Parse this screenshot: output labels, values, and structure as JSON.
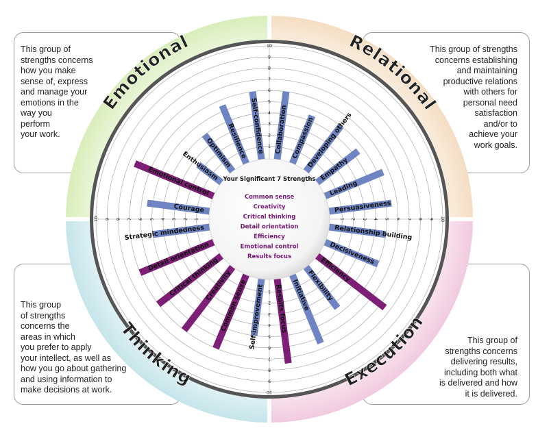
{
  "chart_data": {
    "type": "radial-bar",
    "scale": [
      0,
      10
    ],
    "ticks": [
      "1",
      "2",
      "3",
      "4",
      "5",
      "6",
      "7",
      "8",
      "9",
      "10"
    ],
    "center_title": "Your Significant 7 Strengths",
    "significant_strengths": [
      "Common sense",
      "Creativity",
      "Critical thinking",
      "Detail orientation",
      "Efficiency",
      "Emotional control",
      "Results focus"
    ],
    "colors": {
      "normal": "#6f85c3",
      "significant": "#7d1f76"
    },
    "quadrants": [
      {
        "name": "Emotional",
        "color": "#d7edb7",
        "description": [
          "This group of",
          "strengths concerns",
          "how you make",
          "sense of, express",
          "and manage your",
          "emotions in the",
          "way you",
          "perform",
          "your work."
        ]
      },
      {
        "name": "Relational",
        "color": "#f4dcc0",
        "description": [
          "This group of strengths",
          "concerns establishing",
          "and maintaining",
          "productive relations",
          "with others for",
          "personal need",
          "satisfaction",
          "and/or to",
          "achieve your",
          "work goals."
        ]
      },
      {
        "name": "Thinking",
        "color": "#c3e4ea",
        "description": [
          "This group",
          "of strengths",
          "concerns the",
          "areas in which",
          "you prefer to apply",
          "your intellect, as well as",
          "how you go about gathering",
          "and using information to",
          "make decisions at work."
        ]
      },
      {
        "name": "Execution",
        "color": "#f1c8de",
        "description": [
          "This group of",
          "strengths concerns",
          "delivering results,",
          "including both what",
          "is delivered and how",
          "it is delivered."
        ]
      }
    ],
    "bars": [
      {
        "name": "Collaboration",
        "value": 6.0,
        "significant": false
      },
      {
        "name": "Compassion",
        "value": 4.5,
        "significant": false
      },
      {
        "name": "Developing others",
        "value": 5.0,
        "significant": false
      },
      {
        "name": "Empathy",
        "value": 4.5,
        "significant": false
      },
      {
        "name": "Leading",
        "value": 5.5,
        "significant": false
      },
      {
        "name": "Persuasiveness",
        "value": 5.5,
        "significant": false
      },
      {
        "name": "Relationship building",
        "value": 5.0,
        "significant": false
      },
      {
        "name": "Decisiveness",
        "value": 5.0,
        "significant": false
      },
      {
        "name": "Efficiency",
        "value": 7.5,
        "significant": true
      },
      {
        "name": "Flexibility",
        "value": 4.5,
        "significant": false
      },
      {
        "name": "Initiative",
        "value": 6.5,
        "significant": false
      },
      {
        "name": "Results focus",
        "value": 7.5,
        "significant": true
      },
      {
        "name": "Self-improvement",
        "value": 5.0,
        "significant": false
      },
      {
        "name": "Common sense",
        "value": 7.0,
        "significant": true
      },
      {
        "name": "Creativity",
        "value": 7.0,
        "significant": true
      },
      {
        "name": "Critical thinking",
        "value": 7.0,
        "significant": true
      },
      {
        "name": "Detail orientation",
        "value": 7.0,
        "significant": true
      },
      {
        "name": "Strategic mindedness",
        "value": 5.0,
        "significant": false
      },
      {
        "name": "Courage",
        "value": 5.5,
        "significant": false
      },
      {
        "name": "Emotional control",
        "value": 7.5,
        "significant": true
      },
      {
        "name": "Enthusiasm",
        "value": 2.5,
        "significant": false
      },
      {
        "name": "Optimism",
        "value": 4.0,
        "significant": false
      },
      {
        "name": "Resilience",
        "value": 5.5,
        "significant": false
      },
      {
        "name": "Self-confidence",
        "value": 6.0,
        "significant": false
      }
    ]
  }
}
